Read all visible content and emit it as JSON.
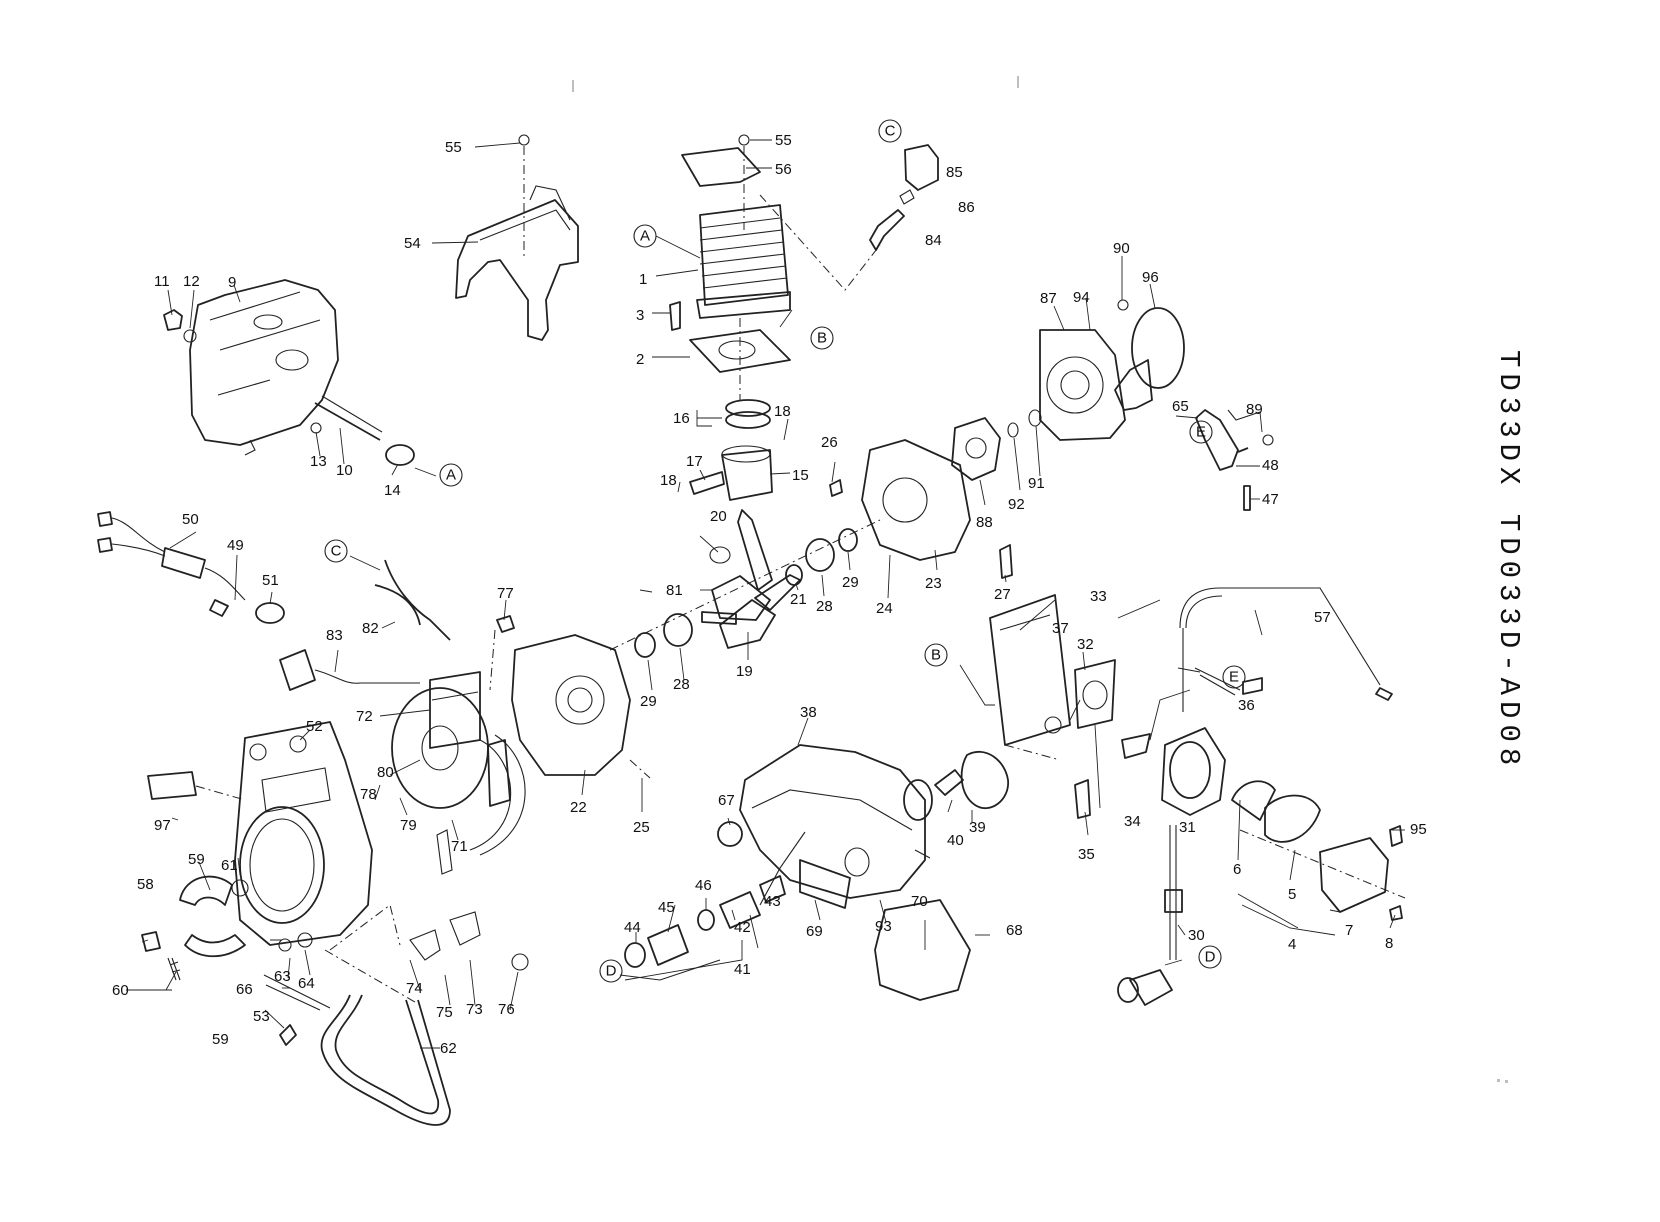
{
  "model_code": "TD33DX TD033D-AD08",
  "callouts": [
    "A",
    "A",
    "B",
    "B",
    "C",
    "C",
    "D",
    "D",
    "E",
    "E"
  ],
  "labels": [
    {
      "id": "p1",
      "text": "1"
    },
    {
      "id": "p2",
      "text": "2"
    },
    {
      "id": "p3",
      "text": "3"
    },
    {
      "id": "p4",
      "text": "4"
    },
    {
      "id": "p5",
      "text": "5"
    },
    {
      "id": "p6",
      "text": "6"
    },
    {
      "id": "p7",
      "text": "7"
    },
    {
      "id": "p8",
      "text": "8"
    },
    {
      "id": "p9",
      "text": "9"
    },
    {
      "id": "p10",
      "text": "10"
    },
    {
      "id": "p11",
      "text": "11"
    },
    {
      "id": "p12",
      "text": "12"
    },
    {
      "id": "p13",
      "text": "13"
    },
    {
      "id": "p14",
      "text": "14"
    },
    {
      "id": "p15",
      "text": "15"
    },
    {
      "id": "p16",
      "text": "16"
    },
    {
      "id": "p17",
      "text": "17"
    },
    {
      "id": "p18a",
      "text": "18"
    },
    {
      "id": "p18b",
      "text": "18"
    },
    {
      "id": "p19",
      "text": "19"
    },
    {
      "id": "p20",
      "text": "20"
    },
    {
      "id": "p21",
      "text": "21"
    },
    {
      "id": "p22",
      "text": "22"
    },
    {
      "id": "p23",
      "text": "23"
    },
    {
      "id": "p24",
      "text": "24"
    },
    {
      "id": "p25",
      "text": "25"
    },
    {
      "id": "p26",
      "text": "26"
    },
    {
      "id": "p27",
      "text": "27"
    },
    {
      "id": "p28a",
      "text": "28"
    },
    {
      "id": "p28b",
      "text": "28"
    },
    {
      "id": "p29a",
      "text": "29"
    },
    {
      "id": "p29b",
      "text": "29"
    },
    {
      "id": "p30",
      "text": "30"
    },
    {
      "id": "p31",
      "text": "31"
    },
    {
      "id": "p32",
      "text": "32"
    },
    {
      "id": "p33",
      "text": "33"
    },
    {
      "id": "p34",
      "text": "34"
    },
    {
      "id": "p35",
      "text": "35"
    },
    {
      "id": "p36",
      "text": "36"
    },
    {
      "id": "p37",
      "text": "37"
    },
    {
      "id": "p38",
      "text": "38"
    },
    {
      "id": "p39",
      "text": "39"
    },
    {
      "id": "p40",
      "text": "40"
    },
    {
      "id": "p41",
      "text": "41"
    },
    {
      "id": "p42",
      "text": "42"
    },
    {
      "id": "p43",
      "text": "43"
    },
    {
      "id": "p44",
      "text": "44"
    },
    {
      "id": "p45",
      "text": "45"
    },
    {
      "id": "p46",
      "text": "46"
    },
    {
      "id": "p47",
      "text": "47"
    },
    {
      "id": "p48",
      "text": "48"
    },
    {
      "id": "p49",
      "text": "49"
    },
    {
      "id": "p50",
      "text": "50"
    },
    {
      "id": "p51",
      "text": "51"
    },
    {
      "id": "p52",
      "text": "52"
    },
    {
      "id": "p53",
      "text": "53"
    },
    {
      "id": "p54",
      "text": "54"
    },
    {
      "id": "p55a",
      "text": "55"
    },
    {
      "id": "p55b",
      "text": "55"
    },
    {
      "id": "p56",
      "text": "56"
    },
    {
      "id": "p57",
      "text": "57"
    },
    {
      "id": "p58",
      "text": "58"
    },
    {
      "id": "p59a",
      "text": "59"
    },
    {
      "id": "p59b",
      "text": "59"
    },
    {
      "id": "p60",
      "text": "60"
    },
    {
      "id": "p61",
      "text": "61"
    },
    {
      "id": "p62",
      "text": "62"
    },
    {
      "id": "p63",
      "text": "63"
    },
    {
      "id": "p64",
      "text": "64"
    },
    {
      "id": "p65",
      "text": "65"
    },
    {
      "id": "p66",
      "text": "66"
    },
    {
      "id": "p67",
      "text": "67"
    },
    {
      "id": "p68",
      "text": "68"
    },
    {
      "id": "p69",
      "text": "69"
    },
    {
      "id": "p70",
      "text": "70"
    },
    {
      "id": "p71",
      "text": "71"
    },
    {
      "id": "p72",
      "text": "72"
    },
    {
      "id": "p73",
      "text": "73"
    },
    {
      "id": "p74",
      "text": "74"
    },
    {
      "id": "p75",
      "text": "75"
    },
    {
      "id": "p76",
      "text": "76"
    },
    {
      "id": "p77",
      "text": "77"
    },
    {
      "id": "p78",
      "text": "78"
    },
    {
      "id": "p79",
      "text": "79"
    },
    {
      "id": "p80",
      "text": "80"
    },
    {
      "id": "p81",
      "text": "81"
    },
    {
      "id": "p82",
      "text": "82"
    },
    {
      "id": "p83",
      "text": "83"
    },
    {
      "id": "p84",
      "text": "84"
    },
    {
      "id": "p85",
      "text": "85"
    },
    {
      "id": "p86",
      "text": "86"
    },
    {
      "id": "p87",
      "text": "87"
    },
    {
      "id": "p88",
      "text": "88"
    },
    {
      "id": "p89",
      "text": "89"
    },
    {
      "id": "p90",
      "text": "90"
    },
    {
      "id": "p91",
      "text": "91"
    },
    {
      "id": "p92",
      "text": "92"
    },
    {
      "id": "p93",
      "text": "93"
    },
    {
      "id": "p94",
      "text": "94"
    },
    {
      "id": "p95",
      "text": "95"
    },
    {
      "id": "p96",
      "text": "96"
    },
    {
      "id": "p97",
      "text": "97"
    }
  ]
}
